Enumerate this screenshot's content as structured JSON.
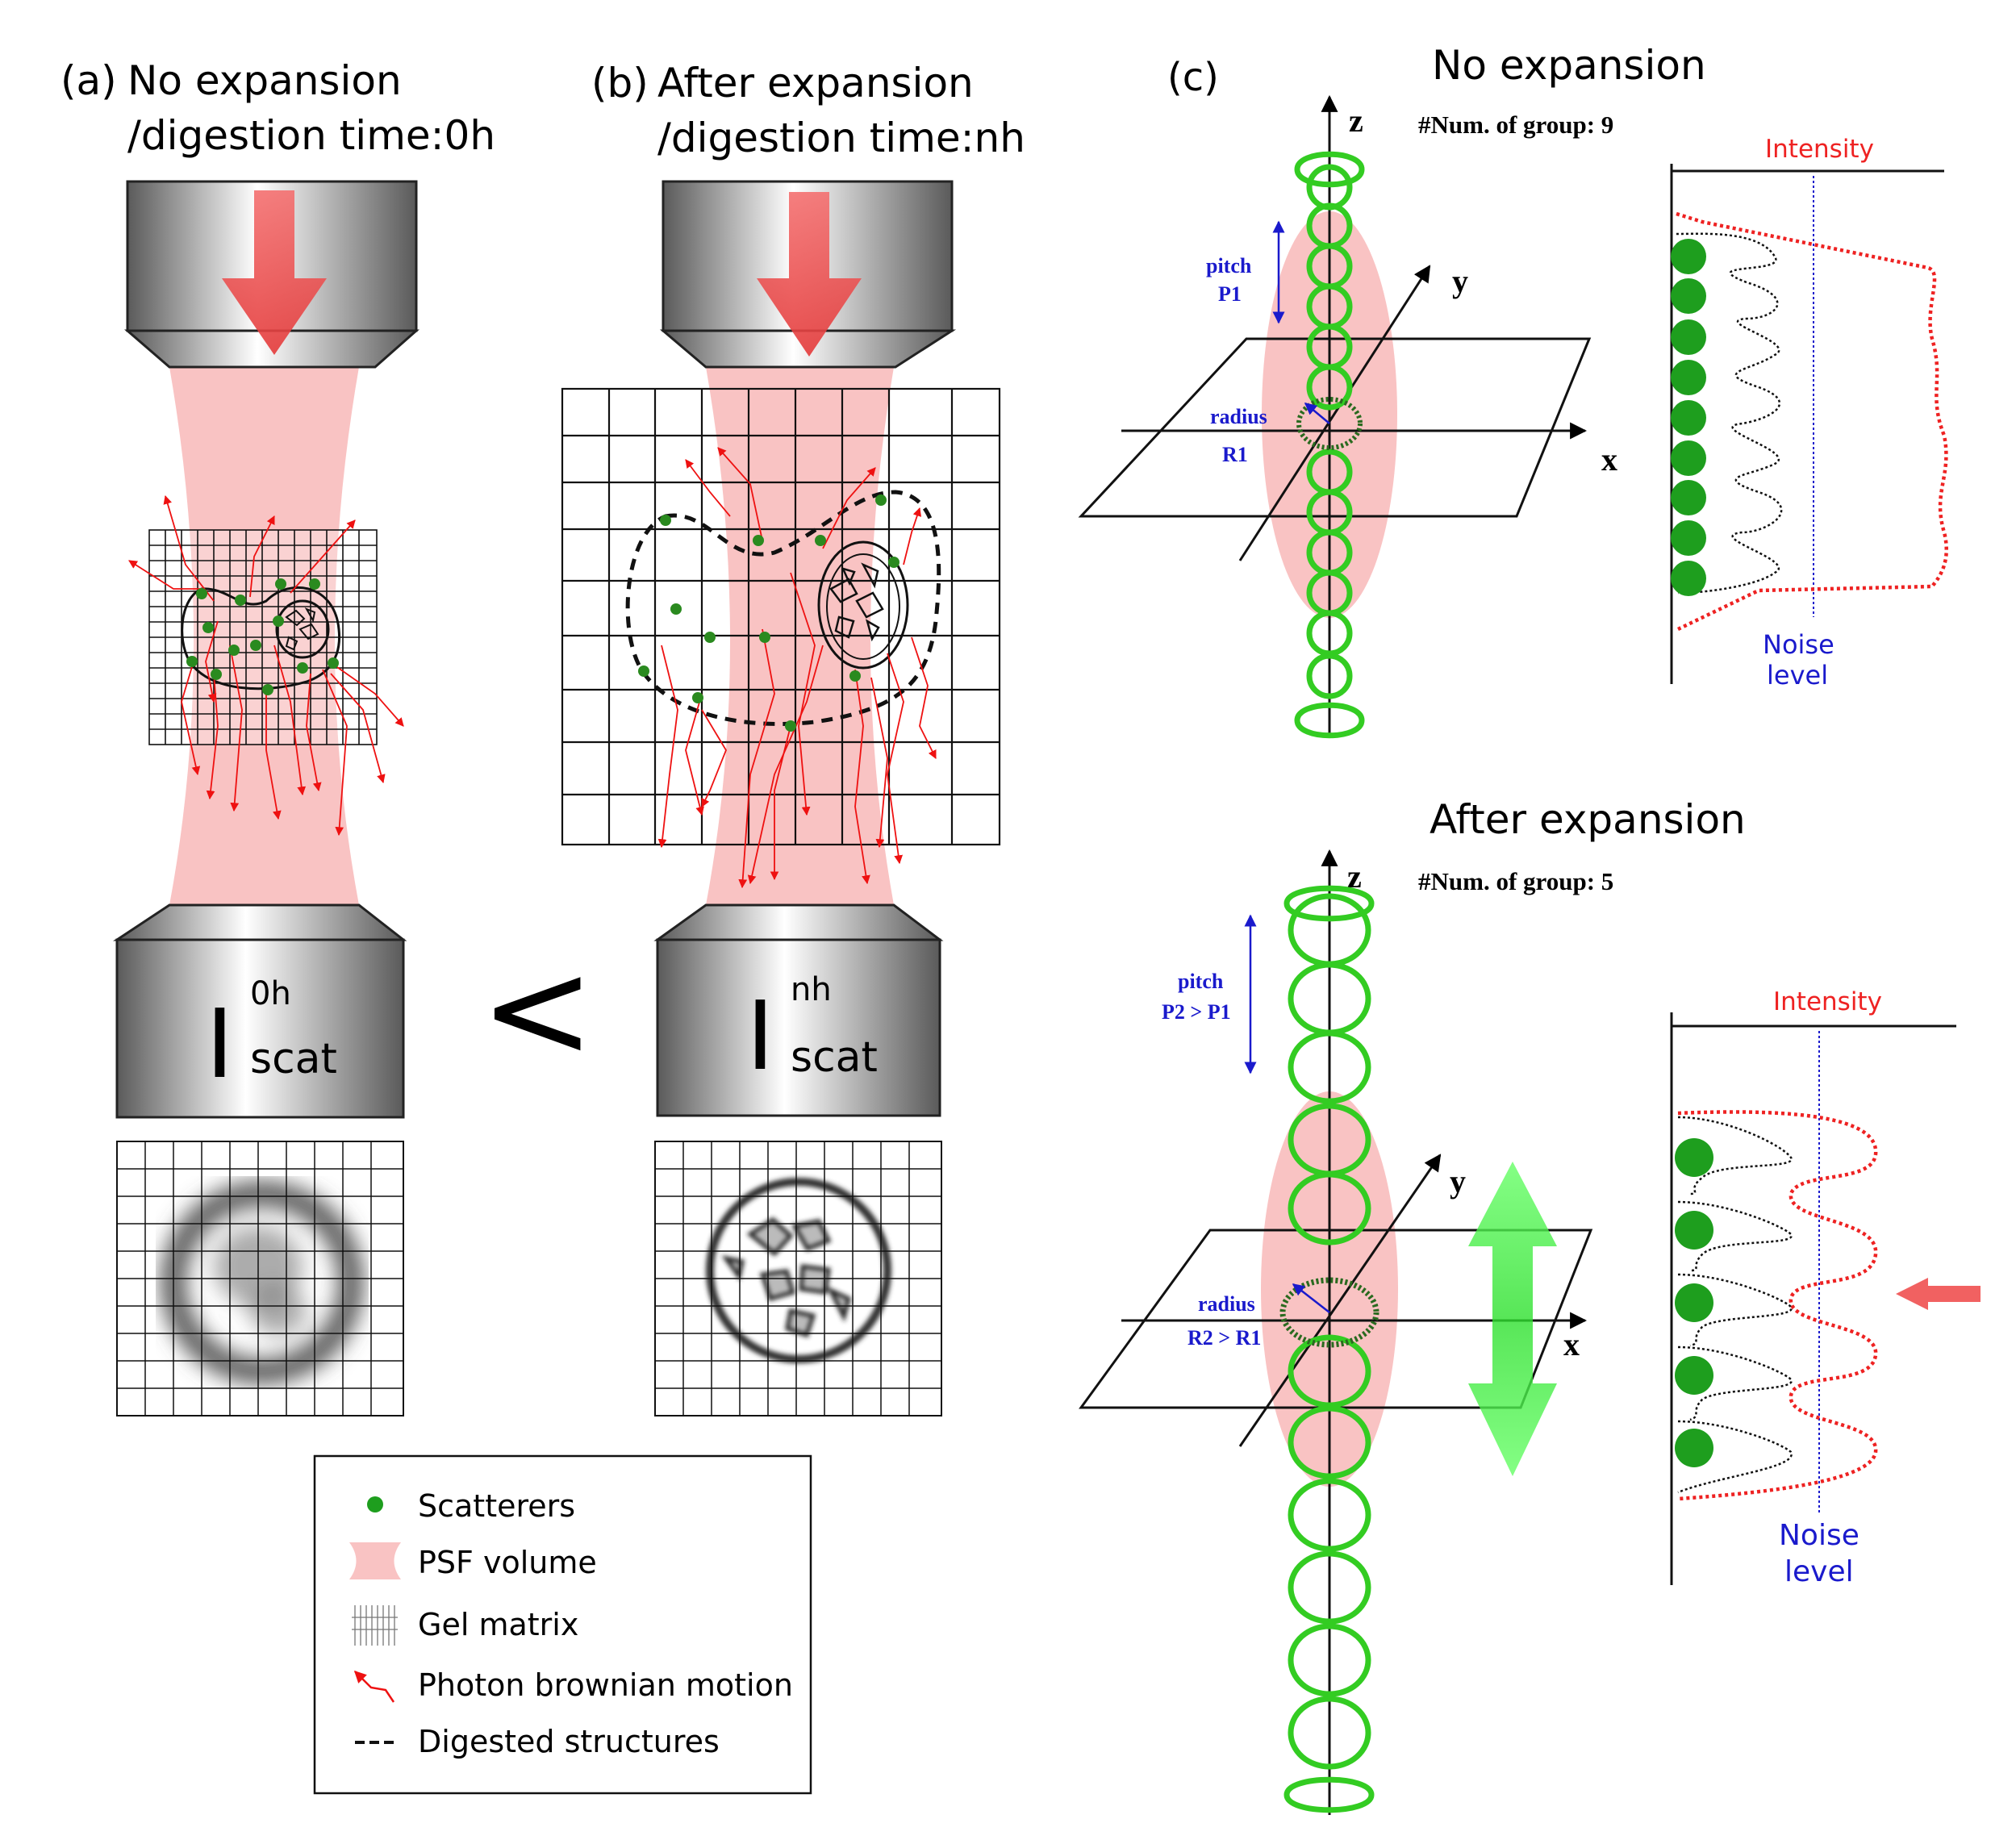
{
  "panel_a": {
    "label": "(a)",
    "title_line1": "No expansion",
    "title_line2": "/digestion time:0h",
    "intensity_base": "I",
    "intensity_sup": "0h",
    "intensity_sub": "scat"
  },
  "panel_b": {
    "label": "(b)",
    "title_line1": "After expansion",
    "title_line2": "/digestion time:nh",
    "intensity_base": "I",
    "intensity_sup": "nh",
    "intensity_sub": "scat"
  },
  "comparison_symbol": "<",
  "panel_c": {
    "label": "(c)",
    "top": {
      "title": "No expansion",
      "group_count": "#Num. of group: 9",
      "pitch_line1": "pitch",
      "pitch_line2": "P1",
      "radius_line1": "radius",
      "radius_line2": "R1",
      "axis_z": "z",
      "axis_y": "y",
      "axis_x": "x",
      "intensity_label": "Intensity",
      "noise_line1": "Noise",
      "noise_line2": "level"
    },
    "bottom": {
      "title": "After expansion",
      "group_count": "#Num. of group: 5",
      "pitch_line1": "pitch",
      "pitch_line2": "P2 > P1",
      "radius_line1": "radius",
      "radius_line2": "R2 > R1",
      "axis_z": "z",
      "axis_y": "y",
      "axis_x": "x",
      "intensity_label": "Intensity",
      "noise_line1": "Noise",
      "noise_line2": "level"
    }
  },
  "legend": {
    "items": [
      {
        "label": "Scatterers",
        "icon": "green-dot-icon"
      },
      {
        "label": "PSF volume",
        "icon": "psf-volume-icon"
      },
      {
        "label": "Gel matrix",
        "icon": "gel-matrix-icon"
      },
      {
        "label": "Photon brownian motion",
        "icon": "photon-path-icon"
      },
      {
        "label": "Digested structures",
        "icon": "dashed-line-icon"
      }
    ]
  },
  "colors": {
    "psf": "#f9c3c3",
    "arrow_red": "#f05050",
    "scatterer_green": "#1e9e1e",
    "helix_green": "#33cc22",
    "annotation_blue": "#1a1acc",
    "intensity_red": "#ee2222"
  }
}
